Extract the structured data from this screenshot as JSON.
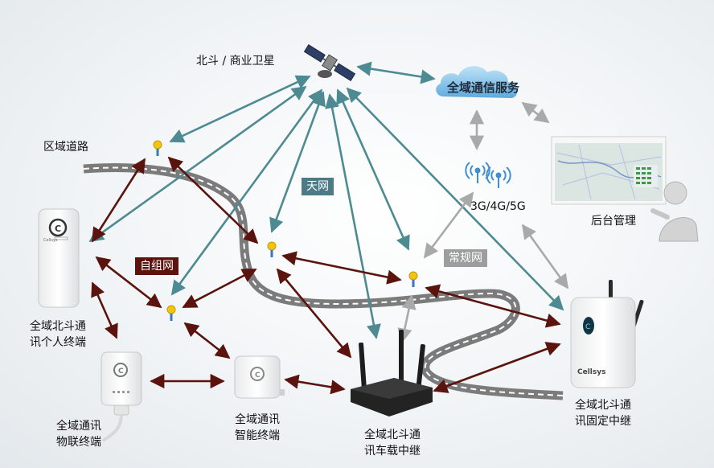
{
  "labels": {
    "satellite": "北斗 / 商业卫星",
    "cloud_service": "全域通信服务",
    "region_road": "区域道路",
    "cellular": "3G/4G/5G",
    "backend": "后台管理",
    "personal_terminal": "全域北斗通\n讯个人终端",
    "iot_terminal": "全域通讯\n物联终端",
    "smart_terminal": "全域通讯\n智能终端",
    "vehicle_relay": "全域北斗通\n讯车载中继",
    "fixed_relay": "全域北斗通\n讯固定中继"
  },
  "tags": {
    "sky_net": "天网",
    "ad_hoc_net": "自组网",
    "regular_net": "常规网"
  },
  "device_brand": "Cellsys",
  "colors": {
    "sky_link": "#4e8a92",
    "mesh_link": "#5a130d",
    "regular_link": "#a9a9a9",
    "road": "#7b7b7b",
    "tag_sky": "#4d7a86",
    "tag_mesh": "#5a130d",
    "tag_regular": "#9d9d9d",
    "node_yellow": "#f2c30f"
  }
}
